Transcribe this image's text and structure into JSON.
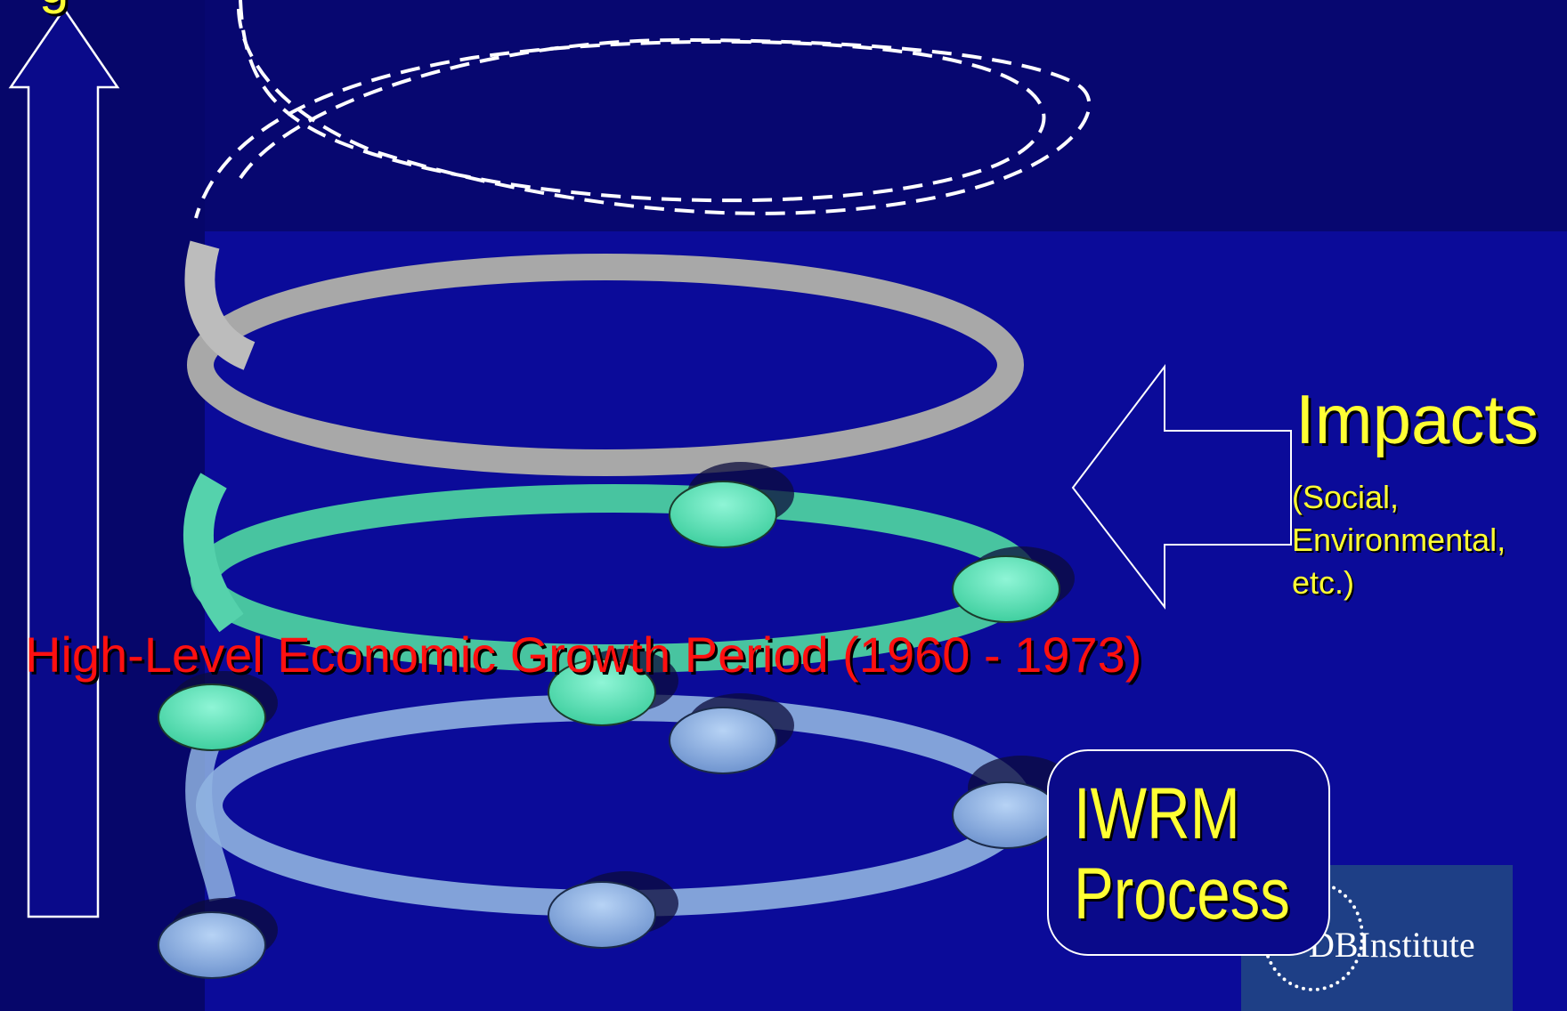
{
  "impacts": {
    "title": "Impacts",
    "lines": [
      "(Social,",
      " Environmental,",
      " etc.)"
    ]
  },
  "period_label": "High-Level Economic Growth Period (1960 - 1973)",
  "iwrm": {
    "line1": "IWRM",
    "line2": "Process"
  },
  "logo": {
    "text": "DBInstitute"
  },
  "vertical_arrow": {
    "label": "g"
  },
  "colors": {
    "loop_top": "#a8a8a8",
    "loop_middle": "#48c4a0",
    "loop_bottom": "#8fb3e0",
    "node_green": "#5fe0b8",
    "node_blue": "#8db2e6",
    "label_yellow": "#ffff33",
    "label_red": "#ff1010"
  }
}
